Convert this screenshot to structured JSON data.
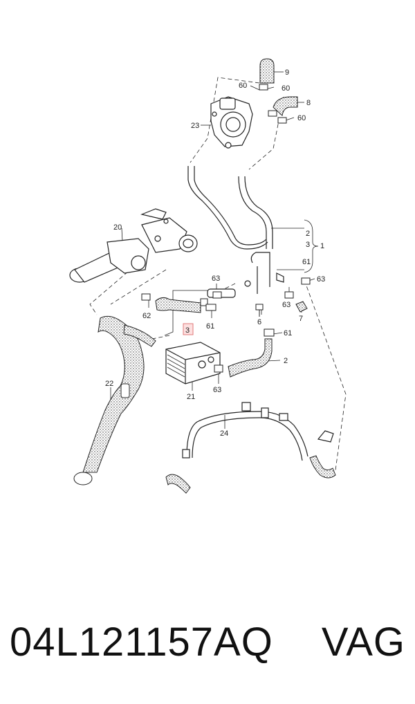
{
  "diagram": {
    "callouts": {
      "c9": "9",
      "c60a": "60",
      "c60b": "60",
      "c8": "8",
      "c60c": "60",
      "c23": "23",
      "c20": "20",
      "c2a": "2",
      "c3a": "3",
      "c1": "1",
      "c61a": "61",
      "c63a": "63",
      "c63b": "63",
      "c62": "62",
      "c61b": "61",
      "c3sel": "3",
      "c6": "6",
      "c63c": "63",
      "c7": "7",
      "c61c": "61",
      "c2b": "2",
      "c21": "21",
      "c63d": "63",
      "c22": "22",
      "c24": "24"
    },
    "highlighted_callout": "3"
  },
  "footer": {
    "part_number": "04L121157AQ",
    "brand": "VAG"
  }
}
